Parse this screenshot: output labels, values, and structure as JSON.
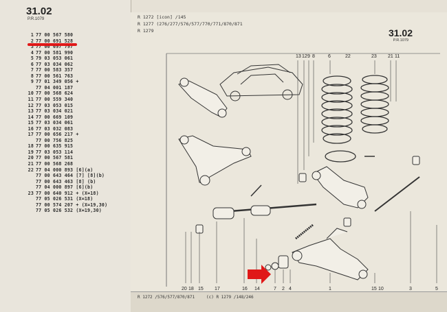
{
  "header": {
    "section_number": "31.02",
    "section_sub": "P.R.1079",
    "right_section_number": "31.02",
    "right_section_sub": "P.R.1079"
  },
  "reference_lines": [
    "R 1272 [icon] /145",
    "R 1277 (276/277/576/577/770/771/870/871",
    "R 1279"
  ],
  "parts_list": [
    {
      "idx": "1",
      "code": "77 00 567 580"
    },
    {
      "idx": "2",
      "code": "77 00 691 528"
    },
    {
      "idx": "3",
      "code": "77 00 697 797"
    },
    {
      "idx": "4",
      "code": "77 00 581 990"
    },
    {
      "idx": "5",
      "code": "79 03 053 061"
    },
    {
      "idx": "6",
      "code": "77 03 034 062"
    },
    {
      "idx": "7",
      "code": "77 00 583 357"
    },
    {
      "idx": "8",
      "code": "77 00 561 763"
    },
    {
      "idx": "9",
      "code": "77 01 349 056 +"
    },
    {
      "idx": "",
      "code": "77 04 001 187"
    },
    {
      "idx": "10",
      "code": "77 00 568 624"
    },
    {
      "idx": "11",
      "code": "77 00 559 340"
    },
    {
      "idx": "12",
      "code": "77 03 053 015"
    },
    {
      "idx": "13",
      "code": "77 03 034 021"
    },
    {
      "idx": "14",
      "code": "77 00 669 109"
    },
    {
      "idx": "15",
      "code": "77 03 034 061"
    },
    {
      "idx": "16",
      "code": "77 03 032 083"
    },
    {
      "idx": "17",
      "code": "77 00 656 217 +"
    },
    {
      "idx": "",
      "code": "77 00 756 825"
    },
    {
      "idx": "18",
      "code": "77 00 635 915"
    },
    {
      "idx": "19",
      "code": "77 03 053 114"
    },
    {
      "idx": "20",
      "code": "77 00 567 581"
    },
    {
      "idx": "21",
      "code": "77 00 568 268"
    },
    {
      "idx": "22",
      "code": "77 04 000 893 [6](a)"
    },
    {
      "idx": "",
      "code": "77 00 643 464 [7] [8](b)"
    },
    {
      "idx": "",
      "code": "77 00 643 463 [8] (b)"
    },
    {
      "idx": "",
      "code": "77 04 000 897 [6](b)"
    },
    {
      "idx": "23",
      "code": "77 00 640 912 + (X=18)"
    },
    {
      "idx": "",
      "code": "77 05 026 531 (X=18)"
    },
    {
      "idx": "",
      "code": "77 00 574 207 + (X=19,30)"
    },
    {
      "idx": "",
      "code": "77 05 026 532 (X=19,30)"
    }
  ],
  "callout_numbers_top": [
    "13",
    "12",
    "9",
    "8",
    "6",
    "22",
    "23",
    "21",
    "11"
  ],
  "callout_numbers_bottom": [
    "20",
    "18",
    "15",
    "17",
    "16",
    "14",
    "7",
    "2",
    "4",
    "1",
    "15",
    "10",
    "3",
    "5"
  ],
  "bottom_strip": {
    "left": "R 1272 /576/577/870/871",
    "middle": "(c) R 1279 /148/246"
  },
  "highlight_color": "#e01818"
}
